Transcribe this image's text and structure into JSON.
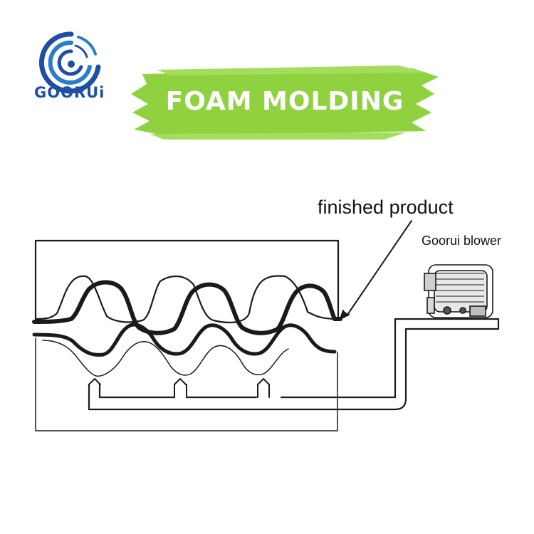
{
  "brand": {
    "name": "GOORUi",
    "accent_color": "#1f4fa3"
  },
  "banner": {
    "title": "FOAM MOLDING",
    "color": "#8fd13f"
  },
  "labels": {
    "finished_product": "finished product",
    "blower": "Goorui blower"
  },
  "icons": {
    "logo": "swirl-logo-icon",
    "blower": "blower-icon"
  }
}
